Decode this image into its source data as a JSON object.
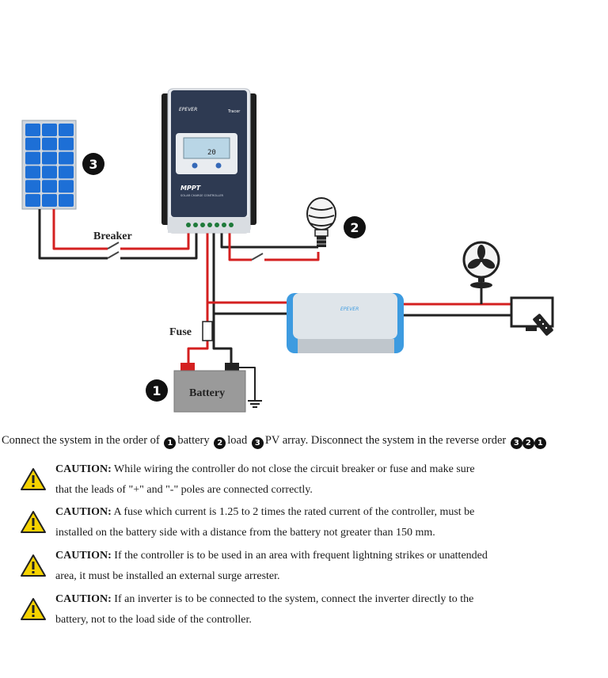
{
  "diagram": {
    "labels": {
      "breaker": "Breaker",
      "fuse": "Fuse",
      "battery": "Battery"
    },
    "markers": {
      "pv": "3",
      "load": "2",
      "battery": "1"
    },
    "controller": {
      "brand": "EPEVER",
      "model": "Tracer",
      "type": "MPPT",
      "subtitle": "SOLAR CHARGE CONTROLLER",
      "display": "20"
    },
    "inverter": {
      "brand": "EPEVER"
    },
    "colors": {
      "positive_wire": "#d42020",
      "negative_wire": "#222222",
      "controller_body": "#2e3a52",
      "inverter_accent": "#3d9be0",
      "panel_cell": "#1d6fd6"
    }
  },
  "instruction": {
    "part1": "Connect the system in the order of",
    "badge1": "1",
    "item1": "battery",
    "badge2": "2",
    "item2": "load",
    "badge3": "3",
    "item3": "PV array. Disconnect the system in the reverse order",
    "rev1": "3",
    "rev2": "2",
    "rev3": "1"
  },
  "cautions": [
    {
      "heading": "CAUTION:",
      "line1": "While wiring the controller do not close the circuit breaker or fuse and make sure",
      "line2": "that the leads of \"+\" and \"-\" poles are connected correctly."
    },
    {
      "heading": "CAUTION:",
      "line1": "A fuse which current is 1.25 to 2 times the rated current of the controller, must be",
      "line2": "installed on the battery side with a distance from the battery not greater than 150 mm."
    },
    {
      "heading": "CAUTION:",
      "line1": "If the controller is to be used in an area with frequent lightning strikes or unattended",
      "line2": "area, it must be installed an external surge arrester."
    },
    {
      "heading": "CAUTION:",
      "line1": "If an inverter is to be connected to the system, connect the inverter directly to the",
      "line2": "battery, not to the load side of the controller."
    }
  ]
}
